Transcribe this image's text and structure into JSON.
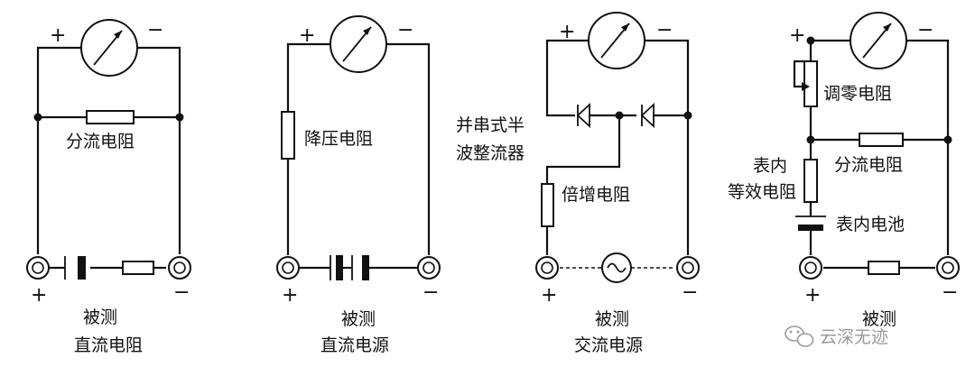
{
  "circuit1": {
    "plus_top": "+",
    "minus_top": "−",
    "shunt_label": "分流电阻",
    "plus_bottom": "+",
    "minus_bottom": "−",
    "caption_line1": "被测",
    "caption_line2": "直流电阻"
  },
  "circuit2": {
    "plus_top": "+",
    "minus_top": "−",
    "dropping_label": "降压电阻",
    "plus_bottom": "+",
    "minus_bottom": "−",
    "caption_line1": "被测",
    "caption_line2": "直流电源"
  },
  "circuit3": {
    "plus_top": "+",
    "minus_top": "−",
    "rectifier_line1": "并串式半",
    "rectifier_line2": "波整流器",
    "multiplier_label": "倍增电阻",
    "plus_bottom": "+",
    "minus_bottom": "−",
    "caption_line1": "被测",
    "caption_line2": "交流电源"
  },
  "circuit4": {
    "plus_top": "+",
    "minus_top": "−",
    "zero_adj_label": "调零电阻",
    "shunt_label": "分流电阻",
    "internal_res_line1": "表内",
    "internal_res_line2": "等效电阻",
    "battery_label": "表内电池",
    "plus_bottom": "+",
    "minus_bottom": "−",
    "caption_line1": "被测"
  },
  "watermark": {
    "text": "云深无迹",
    "icon": "wechat-icon"
  }
}
